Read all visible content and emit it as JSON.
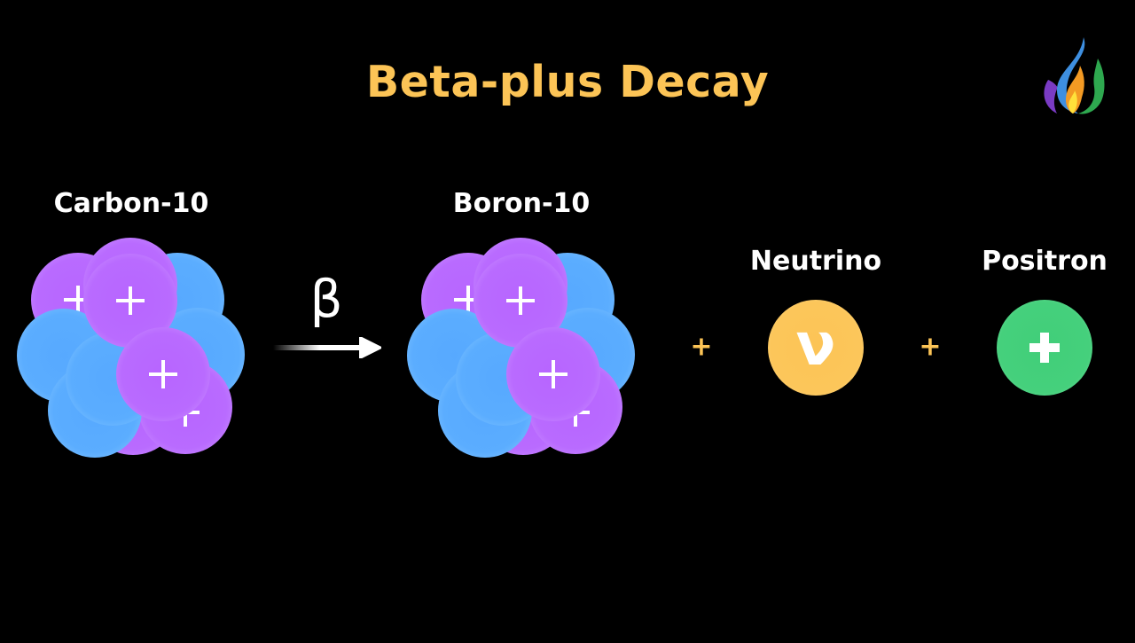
{
  "title": "Beta-plus Decay",
  "reaction": {
    "reactant": {
      "label": "Carbon-10",
      "protons_visible": 6,
      "neutrons_visible": 5
    },
    "arrow_symbol": "β",
    "product": {
      "label": "Boron-10",
      "protons_visible": 6,
      "neutrons_visible": 5
    },
    "operators": [
      "+",
      "+"
    ],
    "particles": [
      {
        "label": "Neutrino",
        "symbol": "ν",
        "color": "#fcc456"
      },
      {
        "label": "Positron",
        "symbol": "+",
        "color": "#45d07c"
      }
    ]
  },
  "colors": {
    "title": "#fcc456",
    "proton": "#b96bff",
    "neutron": "#5badff",
    "background": "#000000"
  },
  "logo": {
    "icon": "flame-logo-icon"
  }
}
